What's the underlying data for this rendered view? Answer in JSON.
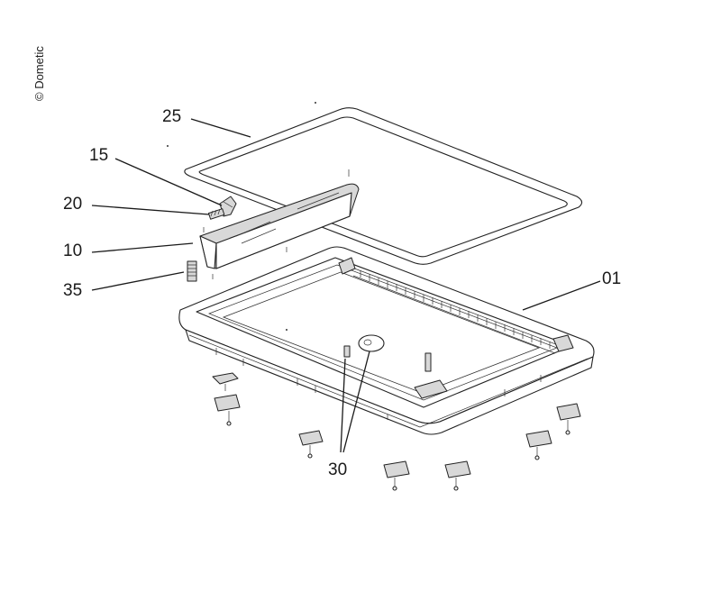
{
  "copyright": "© Dometic",
  "callouts": {
    "c25": "25",
    "c15": "15",
    "c20": "20",
    "c10": "10",
    "c35": "35",
    "c01": "01",
    "c30": "30"
  }
}
